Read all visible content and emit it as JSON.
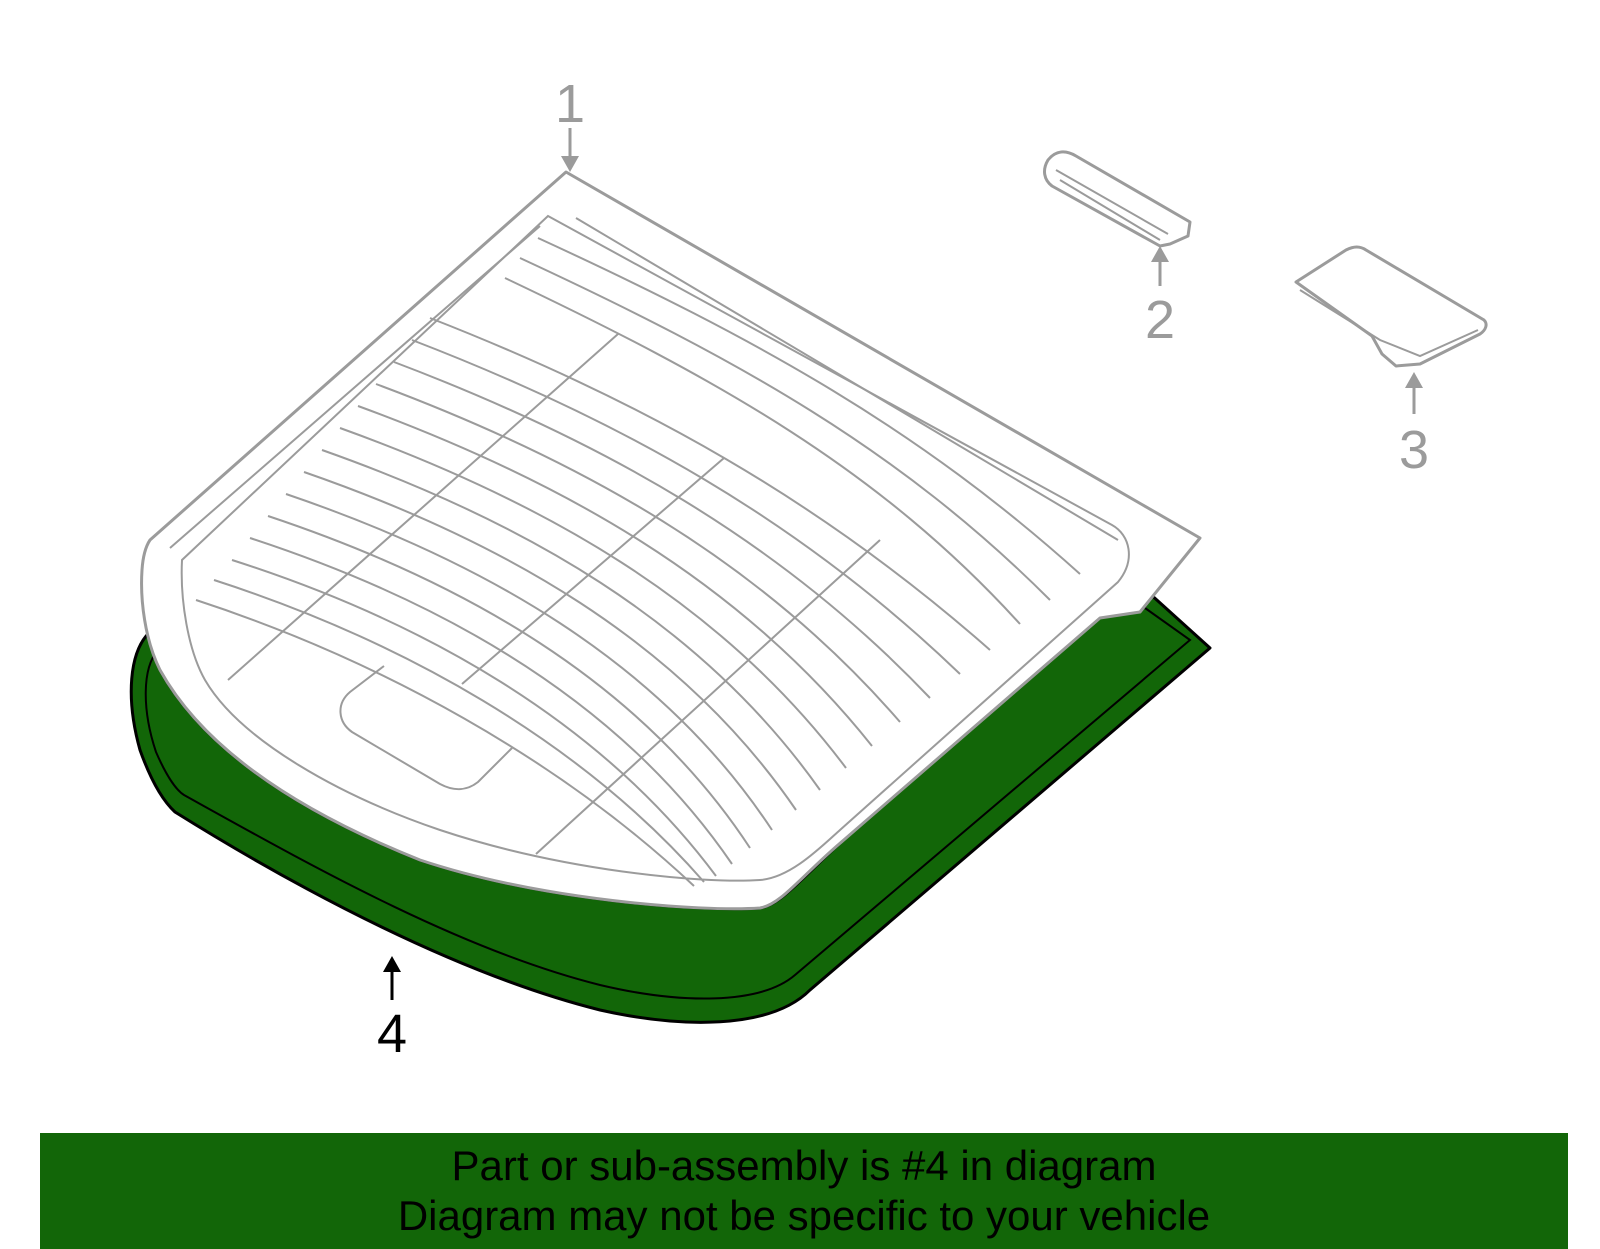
{
  "diagram": {
    "callouts": [
      {
        "number": "1",
        "highlighted": false
      },
      {
        "number": "2",
        "highlighted": false
      },
      {
        "number": "3",
        "highlighted": false
      },
      {
        "number": "4",
        "highlighted": true
      }
    ]
  },
  "banner": {
    "line1": "Part or sub-assembly is #4 in diagram",
    "line2": "Diagram may not be specific to your vehicle"
  },
  "colors": {
    "highlight": "#126608",
    "outline_gray": "#9b9b9b",
    "outline_black": "#000000",
    "background": "#ffffff"
  }
}
